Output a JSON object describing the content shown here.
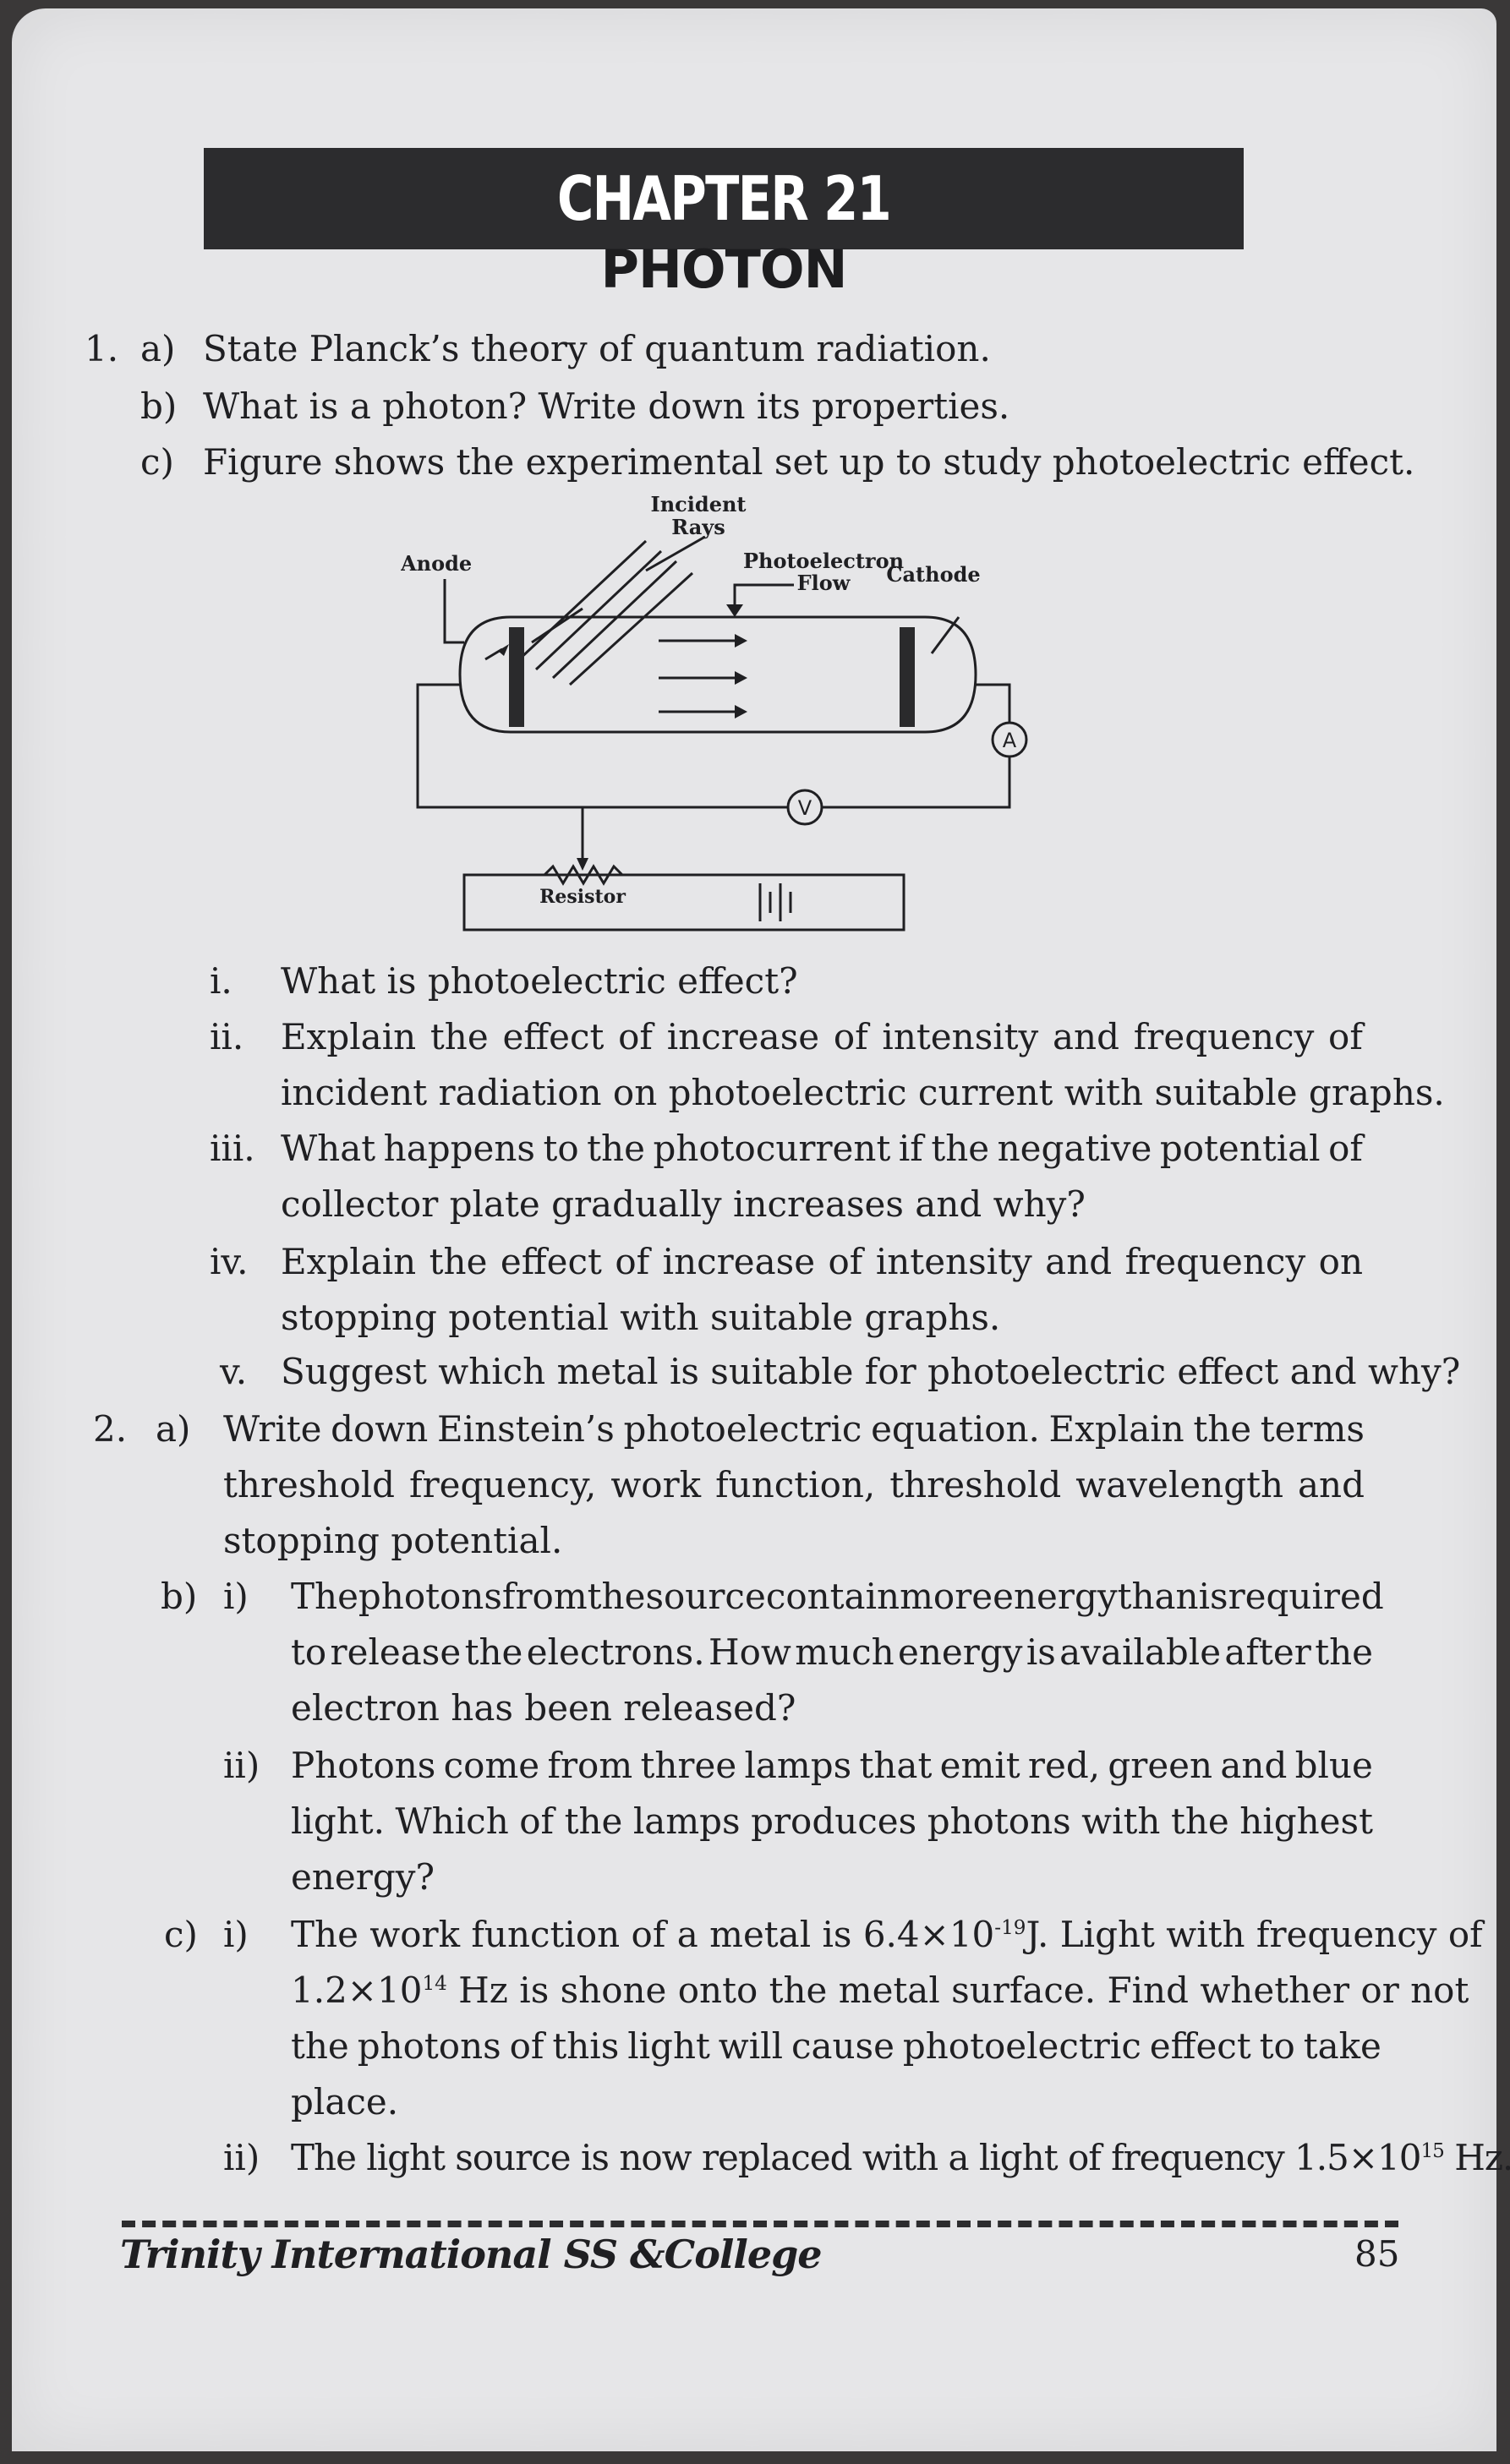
{
  "header": {
    "chapter": "CHAPTER 21",
    "title": "PHOTON"
  },
  "q1": {
    "num": "1.",
    "a_label": "a)",
    "a": "State Planck’s theory of quantum radiation.",
    "b_label": "b)",
    "b": "What is a photon? Write down its properties.",
    "c_label": "c)",
    "c": "Figure shows the experimental set up to study photoelectric effect.",
    "diagram": {
      "incident": "Incident",
      "rays": "Rays",
      "anode": "Anode",
      "photoelectron": "Photoelectron",
      "flow": "Flow",
      "cathode": "Cathode",
      "ammeter": "A",
      "voltmeter": "V",
      "resistor": "Resistor"
    },
    "i_label": "i.",
    "i": "What is photoelectric effect?",
    "ii_label": "ii.",
    "ii_l1": [
      "Explain",
      "the",
      "effect",
      "of",
      "increase",
      "of",
      "intensity",
      "and",
      "frequency",
      "of"
    ],
    "ii_l2": "incident radiation on photoelectric current with suitable graphs.",
    "iii_label": "iii.",
    "iii_l1": [
      "What",
      "happens",
      "to",
      "the",
      "photocurrent",
      "if",
      "the",
      "negative",
      "potential",
      "of"
    ],
    "iii_l2": "collector plate gradually increases and why?",
    "iv_label": "iv.",
    "iv_l1": [
      "Explain",
      "the",
      "effect",
      "of",
      "increase",
      "of",
      "intensity",
      "and",
      "frequency",
      "on"
    ],
    "iv_l2": "stopping potential with suitable graphs.",
    "v_label": "v.",
    "v": "Suggest which metal is suitable for photoelectric effect and why?"
  },
  "q2": {
    "num": "2.",
    "a_label": "a)",
    "a_l1": [
      "Write",
      "down",
      "Einstein’s",
      "photoelectric",
      "equation.",
      "Explain",
      "the",
      "terms"
    ],
    "a_l2": [
      "threshold",
      "frequency,",
      "work",
      "function,",
      "threshold",
      "wavelength",
      "and"
    ],
    "a_l3": "stopping potential.",
    "b_label": "b)",
    "bi_label": "i)",
    "bi_l1": [
      "The",
      "photons",
      "from",
      "the",
      "source",
      "contain",
      "more",
      "energy",
      "than",
      "is",
      "required"
    ],
    "bi_l2": [
      "to",
      "release",
      "the",
      "electrons.",
      "How",
      "much",
      "energy",
      "is",
      "available",
      "after",
      "the"
    ],
    "bi_l3": "electron has been released?",
    "bii_label": "ii)",
    "bii_l1": [
      "Photons",
      "come",
      "from",
      "three",
      "lamps",
      "that",
      "emit",
      "red,",
      "green",
      "and",
      "blue"
    ],
    "bii_l2": [
      "light.",
      "Which",
      "of",
      "the",
      "lamps",
      "produces",
      "photons",
      "with",
      "the",
      "highest"
    ],
    "bii_l3": "energy?",
    "c_label": "c)",
    "ci_label": "i)",
    "ci_l1_a": "The work function of a metal is 6.4×10",
    "ci_l1_exp": "-19",
    "ci_l1_b": "J. Light with frequency of",
    "ci_l2_a": "1.2×10",
    "ci_l2_exp": "14",
    "ci_l2_b": " Hz is shone onto the metal surface. Find whether or not",
    "ci_l3": [
      "the",
      "photons",
      "of",
      "this",
      "light",
      "will",
      "cause",
      "photoelectric",
      "effect",
      "to",
      "take"
    ],
    "ci_l4": "place.",
    "cii_label": "ii)",
    "cii_a": "The light source is now replaced with a light of frequency 1.5×10",
    "cii_exp": "15",
    "cii_b": " Hz."
  },
  "footer": {
    "school": "Trinity International SS &College",
    "page": "85"
  }
}
